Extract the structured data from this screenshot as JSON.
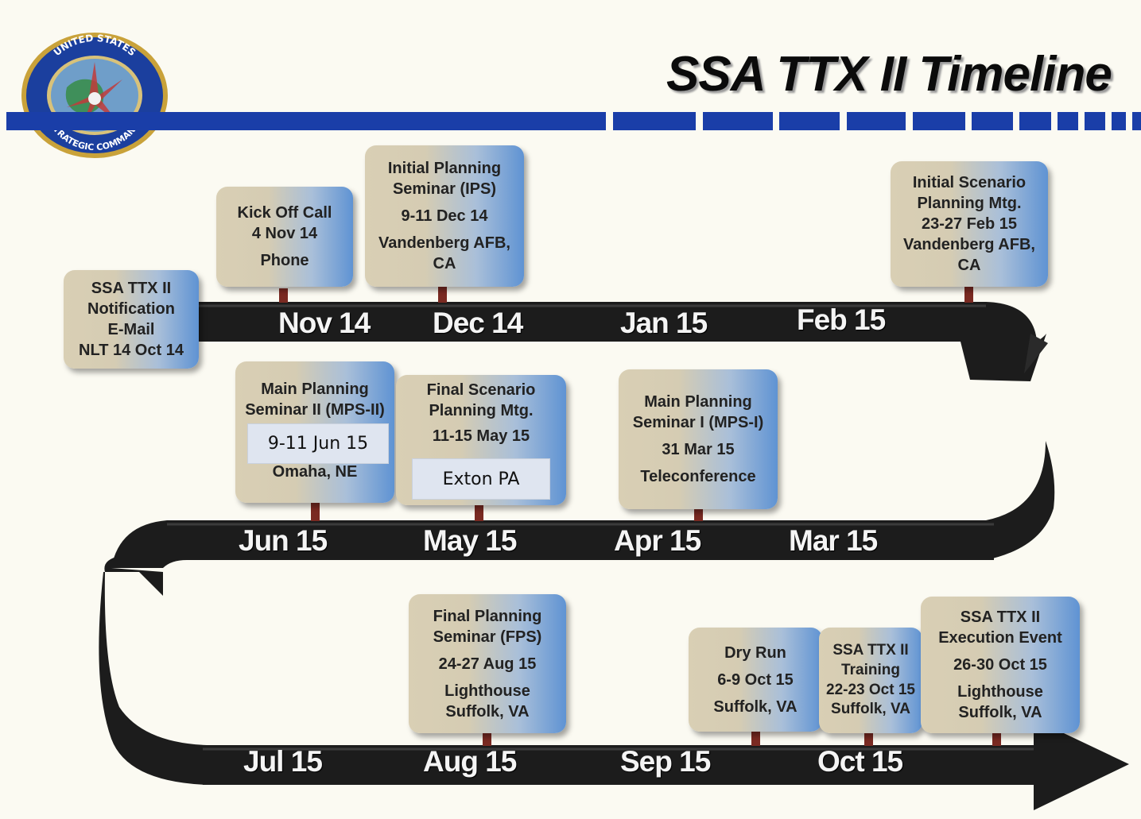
{
  "title": "SSA TTX II Timeline",
  "seal": {
    "top_text": "UNITED STATES",
    "bottom_text": "STRATEGIC COMMAND"
  },
  "colors": {
    "band": "#1a3ea8",
    "road": "#1c1c1c",
    "pin": "#7a2a22",
    "box_light": "#d5ccb3",
    "box_blue": "#5f93d3"
  },
  "months": {
    "row1": [
      "Nov 14",
      "Dec 14",
      "Jan 15",
      "Feb 15"
    ],
    "row2": [
      "Jun 15",
      "May 15",
      "Apr 15",
      "Mar 15"
    ],
    "row3": [
      "Jul 15",
      "Aug 15",
      "Sep 15",
      "Oct 15"
    ]
  },
  "events": {
    "notification": [
      "SSA TTX II",
      "Notification",
      "E-Mail",
      "NLT 14 Oct 14"
    ],
    "kickoff": [
      "Kick Off Call",
      "4 Nov 14",
      "Phone"
    ],
    "ips": [
      "Initial Planning",
      "Seminar (IPS)",
      "9-11 Dec 14",
      "Vandenberg AFB,",
      "CA"
    ],
    "ispm": [
      "Initial Scenario",
      "Planning Mtg.",
      "23-27 Feb 15",
      "Vandenberg AFB,",
      "CA"
    ],
    "mps2": [
      "Main Planning",
      "Seminar II (MPS-II)",
      "Omaha, NE"
    ],
    "mps2_date_overlay": "9-11 Jun 15",
    "fspm": [
      "Final Scenario",
      "Planning Mtg.",
      "11-15 May 15"
    ],
    "fspm_location_overlay": "Exton PA",
    "mps1": [
      "Main Planning",
      "Seminar I (MPS-I)",
      "31 Mar 15",
      "Teleconference"
    ],
    "fps": [
      "Final Planning",
      "Seminar (FPS)",
      "24-27 Aug 15",
      "Lighthouse",
      "Suffolk, VA"
    ],
    "dryrun": [
      "Dry Run",
      "6-9 Oct 15",
      "Suffolk, VA"
    ],
    "training": [
      "SSA TTX II",
      "Training",
      "22-23 Oct 15",
      "Suffolk, VA"
    ],
    "execution": [
      "SSA TTX II",
      "Execution Event",
      "26-30 Oct 15",
      "Lighthouse",
      "Suffolk, VA"
    ]
  }
}
